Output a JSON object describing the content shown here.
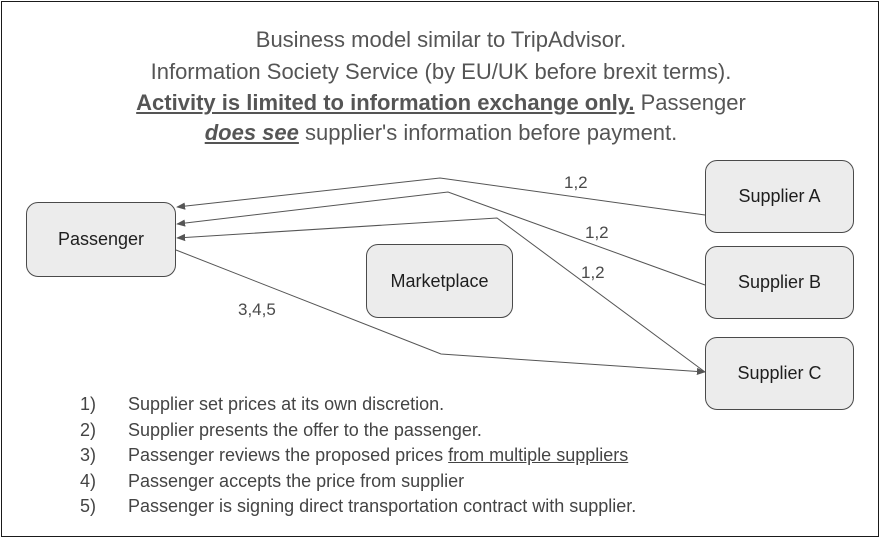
{
  "title": {
    "line1": "Business model similar to TripAdvisor.",
    "line2": "Information Society Service (by EU/UK before brexit terms).",
    "line3_bold": "Activity is limited to information exchange only.",
    "line3_rest": " Passenger",
    "line4_emph": "does see",
    "line4_rest": " supplier's information before payment."
  },
  "nodes": {
    "passenger": "Passenger",
    "marketplace": "Marketplace",
    "supplier_a": "Supplier A",
    "supplier_b": "Supplier B",
    "supplier_c": "Supplier C"
  },
  "edge_labels": {
    "a_to_passenger": "1,2",
    "b_to_passenger": "1,2",
    "c_to_passenger": "1,2",
    "passenger_to_c": "3,4,5"
  },
  "steps": [
    {
      "num": "1)",
      "text": "Supplier set prices at its own discretion.",
      "underlined": ""
    },
    {
      "num": "2)",
      "text": "Supplier presents the offer to the passenger.",
      "underlined": ""
    },
    {
      "num": "3)",
      "text": "Passenger reviews the proposed prices ",
      "underlined": "from multiple suppliers"
    },
    {
      "num": "4)",
      "text": "Passenger accepts the price from supplier",
      "underlined": ""
    },
    {
      "num": "5)",
      "text": "Passenger is signing direct transportation contract with supplier.",
      "underlined": ""
    }
  ],
  "colors": {
    "box_fill": "#ececec",
    "box_border": "#4a4a4a",
    "arrow": "#555555",
    "text": "#555555"
  }
}
